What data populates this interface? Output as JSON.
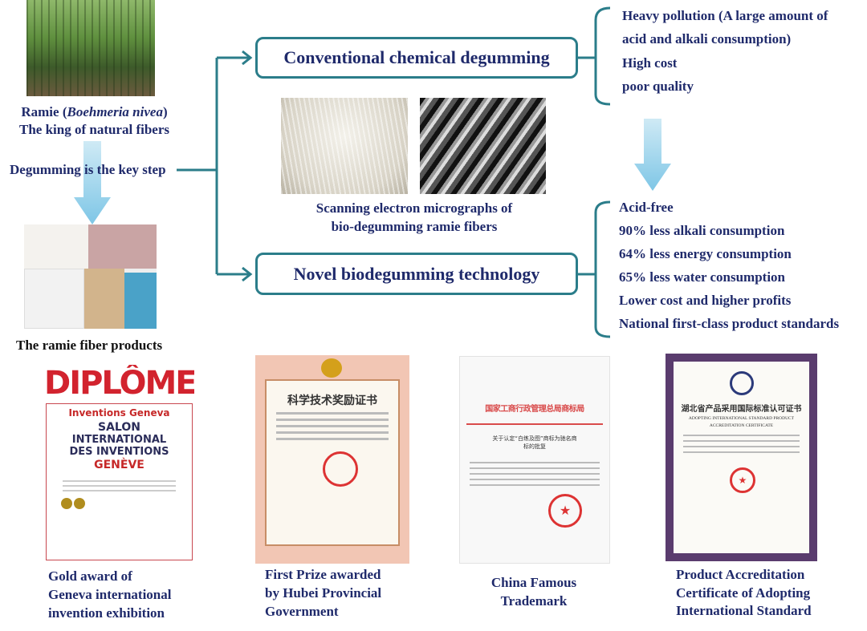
{
  "left": {
    "ramie_caption_prefix": "Ramie (",
    "ramie_caption_latin": "Boehmeria nivea",
    "ramie_caption_suffix": ")",
    "ramie_subtitle": "The king of natural fibers",
    "key_step": "Degumming is the key step",
    "products_caption": "The ramie fiber products"
  },
  "center": {
    "conventional_box": "Conventional chemical degumming",
    "novel_box": "Novel biodegumming technology",
    "sem_caption_line1": "Scanning electron micrographs of",
    "sem_caption_line2": "bio-degumming ramie fibers"
  },
  "right": {
    "drawbacks": [
      "Heavy pollution (A large amount of",
      "acid and alkali consumption)",
      "High cost",
      "poor quality"
    ],
    "benefits": [
      "Acid-free",
      "90% less alkali consumption",
      "64% less energy consumption",
      "65% less water consumption",
      "Lower cost and higher profits",
      "National first-class product standards"
    ]
  },
  "certificates": [
    {
      "caption": [
        "Gold award of",
        "Geneva international",
        "invention exhibition"
      ],
      "title": "DIPLÔME",
      "logo": "Inventions Geneva",
      "body": [
        "SALON",
        "INTERNATIONAL",
        "DES INVENTIONS"
      ],
      "city": "GENÈVE"
    },
    {
      "caption": [
        "First Prize awarded",
        "by Hubei Provincial",
        "Government"
      ],
      "title": "科学技术奖励证书"
    },
    {
      "caption": [
        "China Famous",
        "Trademark"
      ],
      "title": "国家工商行政管理总局商标局",
      "subtitle": "关于认定“白练及图”商标为驰名商标的批复"
    },
    {
      "caption": [
        "Product Accreditation",
        "Certificate of Adopting",
        "International Standard"
      ],
      "title": "湖北省产品采用国际标准认可证书",
      "subtitle": "ADOPTING INTERNATIONAL STANDARD PRODUCT",
      "subtitle2": "ACCREDITATION CERTIFICATE"
    }
  ],
  "colors": {
    "text": "#1f2a6b",
    "connector": "#2b7d8a",
    "arrow": "#8fd0ea"
  }
}
